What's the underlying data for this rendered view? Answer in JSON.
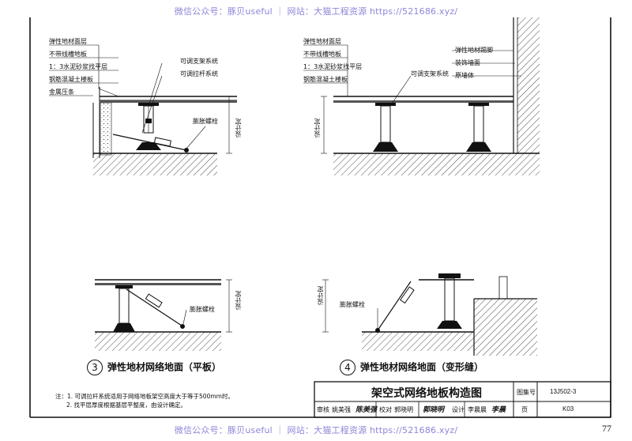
{
  "watermark_top": "微信公众号：豚贝useful ｜ 网站：大猫工程资源 https://521686.xyz/",
  "watermark_bottom": "微信公众号：豚贝useful ｜ 网站：大猫工程资源 https://521686.xyz/",
  "page_number": "77",
  "detail1": {
    "labels": [
      "弹性地材面层",
      "不带线槽地板",
      "1：3水泥砂浆找平层",
      "钢筋混凝土楼板",
      "金属压条"
    ],
    "support_label": "可调支架系统",
    "rod_label": "可调拉杆系统",
    "bolt_label": "膨胀螺栓",
    "height_label": "设计定"
  },
  "detail2": {
    "labels": [
      "弹性地材面层",
      "不带线槽地板",
      "1：3水泥砂浆找平层",
      "钢筋混凝土楼板"
    ],
    "support_label": "可调支架系统",
    "right_labels": [
      "弹性地材踢脚",
      "装饰墙面",
      "原墙体"
    ],
    "height_label": "设计定"
  },
  "detail3": {
    "number": "3",
    "caption": "弹性地材网络地面（平板）",
    "bolt_label": "膨胀螺栓",
    "height_label": "设计定"
  },
  "detail4": {
    "number": "4",
    "caption": "弹性地材网络地面（变形缝）",
    "bolt_label": "膨胀螺栓",
    "height_label": "设计定"
  },
  "notes": [
    "注：1. 可调拉杆系统适用于网络地板架空高度大于等于500mm时。",
    "2. 找平层厚度根据基层平整度，由设计确定。"
  ],
  "title_block": {
    "title": "架空式网络地板构造图",
    "atlas_label": "图集号",
    "atlas_value": "13J502-3",
    "review_label": "审核",
    "review_name": "姚美强",
    "review_sig": "陈美强",
    "check_label": "校对",
    "check_name": "郭晓明",
    "check_sig": "郭晓明",
    "design_label": "设计",
    "design_name": "李晨晨",
    "design_sig": "李晨",
    "page_label": "页",
    "page_value": "K03"
  }
}
